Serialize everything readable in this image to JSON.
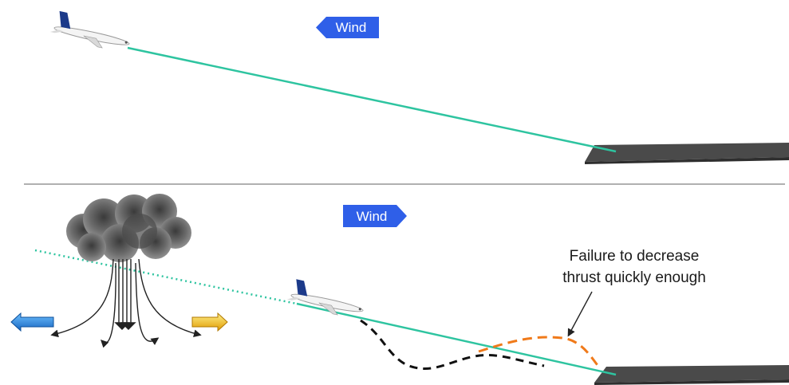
{
  "top_panel": {
    "wind_label": "Wind"
  },
  "bottom_panel": {
    "wind_label": "Wind",
    "callout": {
      "line1": "Failure to decrease",
      "line2": "thrust quickly enough"
    }
  },
  "colors": {
    "glide_path": "#2ec4a0",
    "wind_badge": "#2f5fe8",
    "runway": "#4a4a4a",
    "divider": "#b0b0b0",
    "thrust_failure_path": "#f07a1a",
    "flight_path_deviation": "#111111",
    "outflow_left_arrow": "#1f8fe0",
    "outflow_right_arrow": "#f5b820"
  }
}
